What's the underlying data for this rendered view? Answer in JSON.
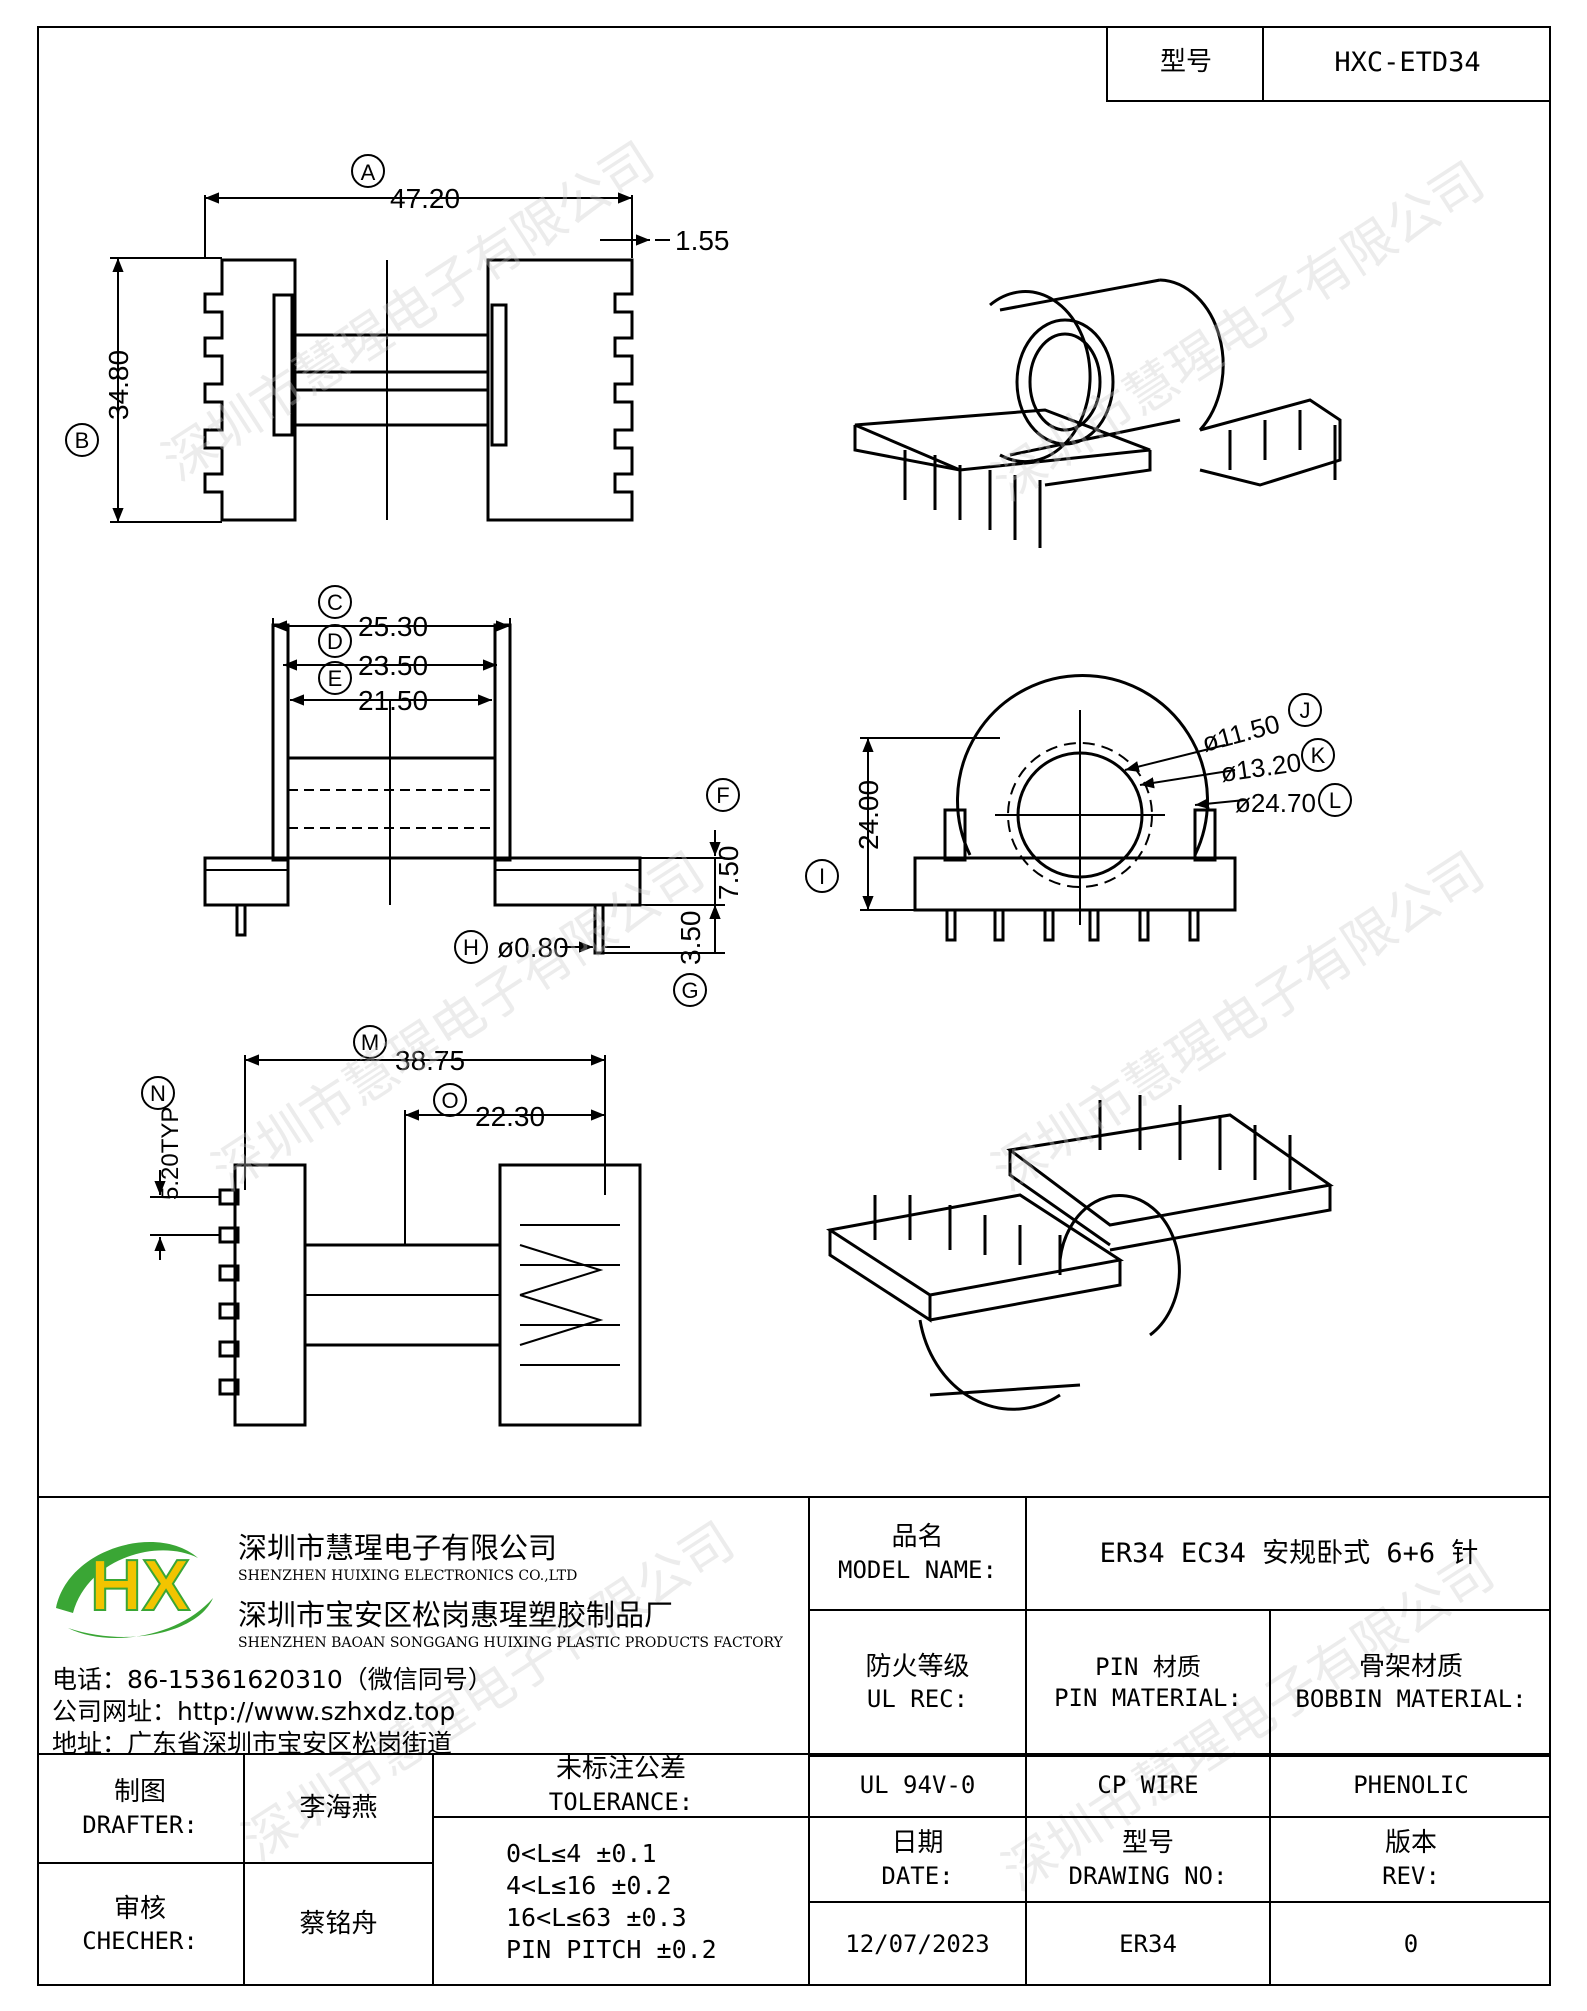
{
  "header": {
    "model_label": "型号",
    "model_value": "HXC-ETD34"
  },
  "dimensions": {
    "A": {
      "letter": "A",
      "value": "47.20"
    },
    "B": {
      "letter": "B",
      "value": "34.80"
    },
    "flange_thickness": "1.55",
    "C": {
      "letter": "C",
      "value": "25.30"
    },
    "D": {
      "letter": "D",
      "value": "23.50"
    },
    "E": {
      "letter": "E",
      "value": "21.50"
    },
    "F": {
      "letter": "F",
      "value": "7.50"
    },
    "G": {
      "letter": "G",
      "value": "3.50"
    },
    "H": {
      "letter": "H",
      "value": "ø0.80"
    },
    "I": {
      "letter": "I",
      "value": "24.00"
    },
    "J": {
      "letter": "J",
      "value": "ø11.50"
    },
    "K": {
      "letter": "K",
      "value": "ø13.20"
    },
    "L": {
      "letter": "L",
      "value": "ø24.70"
    },
    "M": {
      "letter": "M",
      "value": "38.75"
    },
    "N": {
      "letter": "N",
      "value": "5.20TYP"
    },
    "O": {
      "letter": "O",
      "value": "22.30"
    }
  },
  "watermark": "深圳市慧瑆电子有限公司",
  "company": {
    "logo_letters": "HX",
    "name_cn": "深圳市慧瑆电子有限公司",
    "name_en": "SHENZHEN HUIXING ELECTRONICS CO.,LTD",
    "factory_cn": "深圳市宝安区松岗惠瑆塑胶制品厂",
    "factory_en": "SHENZHEN BAOAN SONGGANG HUIXING PLASTIC PRODUCTS FACTORY",
    "phone": "电话：86-15361620310（微信同号）",
    "website": "公司网址：http://www.szhxdz.top",
    "address": "地址：广东省深圳市宝安区松岗街道"
  },
  "title_block": {
    "model_name_cn": "品名",
    "model_name_en": "MODEL NAME:",
    "model_name_value": "ER34 EC34 安规卧式 6+6 针",
    "ul_cn": "防火等级",
    "ul_en": "UL REC:",
    "pin_cn": "PIN 材质",
    "pin_en": "PIN MATERIAL:",
    "bobbin_cn": "骨架材质",
    "bobbin_en": "BOBBIN MATERIAL:",
    "ul_value": "UL 94V-0",
    "pin_value": "CP WIRE",
    "bobbin_value": "PHENOLIC",
    "drafter_cn": "制图",
    "drafter_en": "DRAFTER:",
    "drafter_value": "李海燕",
    "checker_cn": "审核",
    "checker_en": "CHECHER:",
    "checker_value": "蔡铭舟",
    "tolerance_cn": "未标注公差",
    "tolerance_en": "TOLERANCE:",
    "tolerances": [
      "0<L≤4  ±0.1",
      "4<L≤16 ±0.2",
      "16<L≤63 ±0.3",
      "PIN PITCH ±0.2"
    ],
    "date_cn": "日期",
    "date_en": "DATE:",
    "drawing_cn": "型号",
    "drawing_en": "DRAWING NO:",
    "rev_cn": "版本",
    "rev_en": "REV:",
    "date_value": "12/07/2023",
    "drawing_value": "ER34",
    "rev_value": "0"
  },
  "colors": {
    "logo_green": "#3aa635",
    "logo_yellow": "#f2c400",
    "line": "#000000",
    "watermark": "#c9c9c9"
  }
}
